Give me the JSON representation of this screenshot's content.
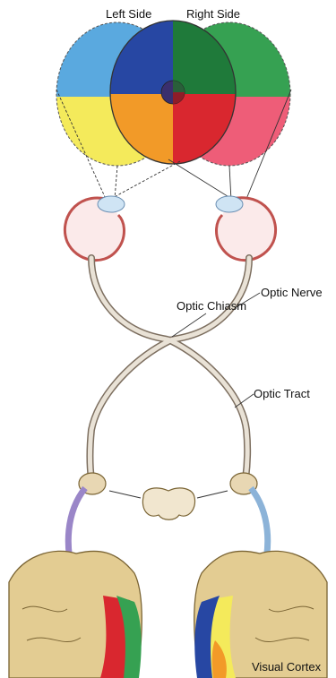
{
  "labels": {
    "left_side": "Left Side",
    "right_side": "Right Side",
    "optic_chiasm": "Optic Chiasm",
    "optic_nerve": "Optic Nerve",
    "optic_tract": "Optic Tract",
    "visual_cortex": "Visual Cortex"
  },
  "colors": {
    "field_blue": "#5aa9df",
    "field_yellow": "#f4ea5b",
    "field_green": "#36a152",
    "field_pink": "#ee5d78",
    "center_dark_blue": "#2747a3",
    "center_orange": "#f29a28",
    "center_red": "#d9272f",
    "center_green": "#1f7a3a",
    "nerve_outline": "#7d6f60",
    "nerve_fill": "#e9e2d6",
    "eye_outline": "#c0524e",
    "brain_fill": "#e3cc92",
    "brain_outline": "#7a6434"
  }
}
